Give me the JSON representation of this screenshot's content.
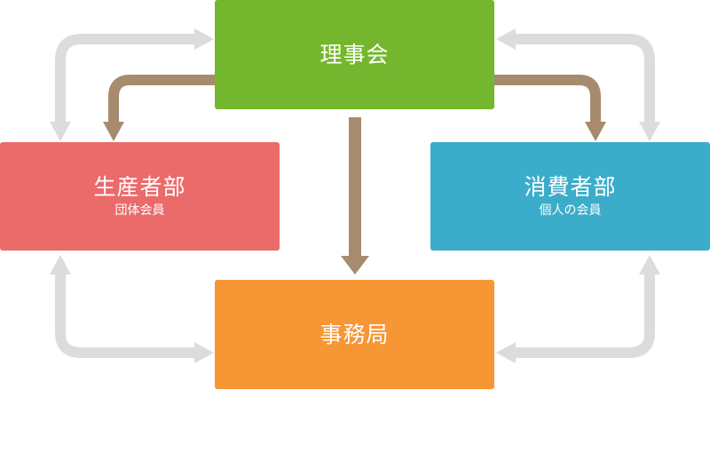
{
  "nodes": {
    "board": {
      "label": "理事会",
      "color": "#74b72e"
    },
    "producer": {
      "label": "生産者部",
      "sublabel": "団体会員",
      "color": "#ea6b6a"
    },
    "consumer": {
      "label": "消費者部",
      "sublabel": "個人の会員",
      "color": "#3bacc9"
    },
    "secretariat": {
      "label": "事務局",
      "color": "#f79634"
    }
  },
  "edges": [
    {
      "from": "board",
      "to": "producer",
      "style": "directive",
      "color": "#a68b6e"
    },
    {
      "from": "board",
      "to": "consumer",
      "style": "directive",
      "color": "#a68b6e"
    },
    {
      "from": "board",
      "to": "secretariat",
      "style": "directive",
      "color": "#a68b6e"
    },
    {
      "from": "board",
      "to": "producer",
      "style": "bidirectional",
      "color": "#dcdcdc"
    },
    {
      "from": "board",
      "to": "consumer",
      "style": "bidirectional",
      "color": "#dcdcdc"
    },
    {
      "from": "producer",
      "to": "secretariat",
      "style": "bidirectional",
      "color": "#dcdcdc"
    },
    {
      "from": "consumer",
      "to": "secretariat",
      "style": "bidirectional",
      "color": "#dcdcdc"
    }
  ]
}
